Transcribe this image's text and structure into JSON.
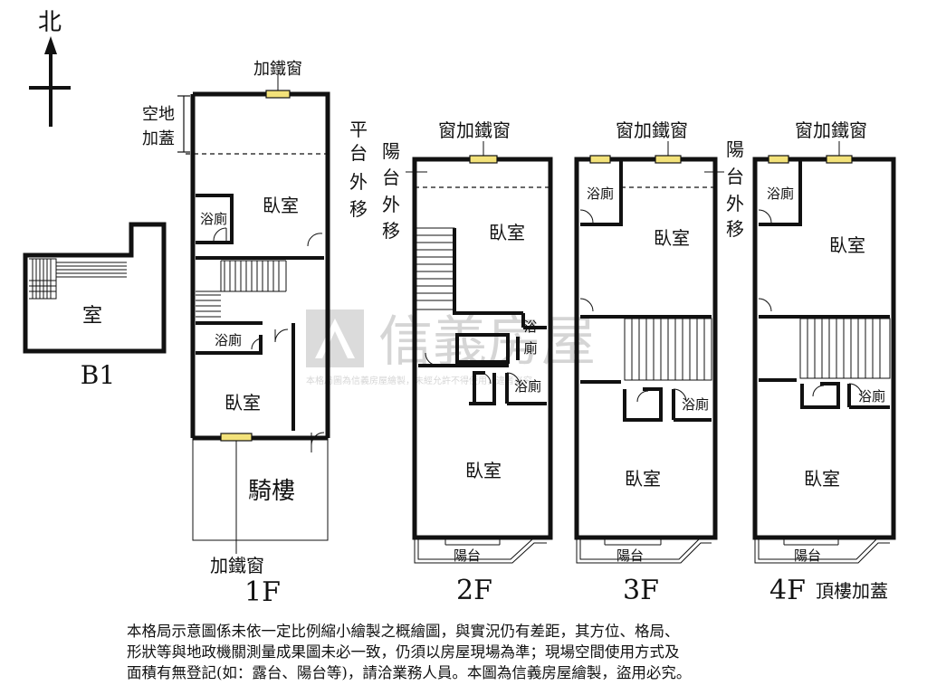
{
  "compass": {
    "north": "北"
  },
  "watermark": {
    "brand": "信義房屋",
    "notice": "本格局圖為信義房屋繪製，未經允許不得使用，違者必究"
  },
  "labels": {
    "window_iron": "加鐵窗",
    "window_iron_full": "窗加鐵窗",
    "open_space_1": "空地",
    "open_space_2": "加蓋",
    "platform_shift": [
      "平",
      "台",
      "外",
      "移"
    ],
    "balcony_shift": [
      "陽",
      "台",
      "外",
      "移"
    ],
    "bedroom": "臥室",
    "bath": "浴廁",
    "bath_split": [
      "浴",
      "廁"
    ],
    "room": "室",
    "arcade": "騎樓",
    "balcony": "陽台",
    "rooftop_addition": "頂樓加蓋"
  },
  "floors": {
    "b1": "B1",
    "f1": "1F",
    "f2": "2F",
    "f3": "3F",
    "f4": "4F"
  },
  "disclaimer": [
    "本格局示意圖係未依一定比例縮小繪製之概繪圖，與實況仍有差距，其方位、格局、",
    "形狀等與地政機關測量成果圖未必一致，仍須以房屋現場為準；現場空間使用方式及",
    "面積有無登記(如：露台、陽台等)，請洽業務人員。本圖為信義房屋繪製，盜用必究。"
  ]
}
